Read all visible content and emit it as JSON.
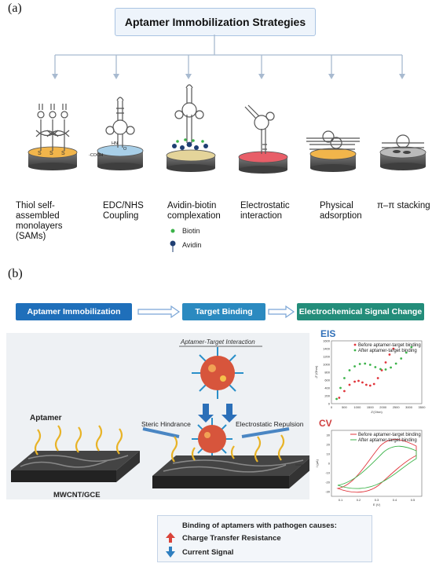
{
  "panel_a": {
    "label": "(a)",
    "title": "Aptamer Immobilization Strategies",
    "strategies": [
      {
        "label": "Thiol self-assembled\nmonolayers (SAMs)"
      },
      {
        "label": "EDC/NHS\nCoupling"
      },
      {
        "label": "Avidin-biotin\ncomplexation"
      },
      {
        "label": "Electrostatic\ninteraction"
      },
      {
        "label": "Physical\nadsorption"
      },
      {
        "label": "π–π stacking"
      }
    ],
    "thiol_atoms": [
      "S",
      "S",
      "S"
    ],
    "edc_labels": {
      "cooh": "-COOH",
      "hn": "HN",
      "o": "O"
    },
    "legend": {
      "biotin": "Biotin",
      "avidin": "Avidin"
    },
    "colors": {
      "biotin": "#3cb34a",
      "avidin": "#1f3f73",
      "electrode_top_gold": "#f1b54b",
      "electrode_body": "#6b6b6b"
    }
  },
  "panel_b": {
    "label": "(b)",
    "flow": [
      {
        "label": "Aptamer Immobilization",
        "color": "#1f6fba"
      },
      {
        "label": "Target Binding",
        "color": "#2b8ac0"
      },
      {
        "label": "Electrochemical Signal Change",
        "color": "#238d7a"
      }
    ],
    "interaction_title": "Aptamer-Target Interaction",
    "aptamer_label": "Aptamer",
    "steric_label": "Steric Hindrance",
    "electrostatic_label": "Electrostatic Repulsion",
    "electrode_label": "MWCNT/GCE",
    "result": {
      "heading": "Binding of aptamers with pathogen causes:",
      "item1": "Charge Transfer Resistance",
      "item2": "Current Signal",
      "up_color": "#d9433a",
      "down_color": "#2f7fc0"
    }
  },
  "chart_data": [
    {
      "type": "scatter",
      "title": "EIS",
      "xlabel": "Z'(Ohm)",
      "ylabel": "-Z''(Ohm)",
      "xlim": [
        0,
        3500
      ],
      "ylim": [
        0,
        1600
      ],
      "xticks": [
        "0",
        "500",
        "1000",
        "1500",
        "2000",
        "2500",
        "3000",
        "3500"
      ],
      "yticks": [
        "0",
        "200",
        "400",
        "600",
        "800",
        "1000",
        "1200",
        "1400",
        "1600"
      ],
      "legend_position": "top-right",
      "series": [
        {
          "name": "Before aptamer-target binding",
          "color": "#e0333a",
          "x": [
            300,
            500,
            700,
            900,
            1050,
            1200,
            1350,
            1500,
            1650,
            1800,
            1950,
            2100,
            2250,
            2400
          ],
          "y": [
            150,
            320,
            480,
            560,
            580,
            540,
            480,
            460,
            500,
            650,
            850,
            1050,
            1250,
            1400
          ]
        },
        {
          "name": "After aptamer-target binding",
          "color": "#3cb34a",
          "x": [
            200,
            350,
            500,
            700,
            900,
            1100,
            1300,
            1500,
            1700,
            1900,
            2100,
            2300,
            2500,
            2700,
            2900,
            3100
          ],
          "y": [
            120,
            400,
            650,
            850,
            950,
            1010,
            1020,
            990,
            930,
            880,
            870,
            920,
            1020,
            1150,
            1300,
            1440
          ]
        }
      ]
    },
    {
      "type": "line",
      "title": "CV",
      "xlabel": "E (V)",
      "ylabel": "I (μA)",
      "xticks": [
        "0.1",
        "0.2",
        "0.3",
        "0.4",
        "0.5"
      ],
      "yticks": [
        "-30",
        "-20",
        "-10",
        "0",
        "10",
        "20",
        "30"
      ],
      "legend_position": "top-right",
      "series": [
        {
          "name": "Before aptamer-target binding",
          "color": "#e0333a"
        },
        {
          "name": "After aptamer-target binding",
          "color": "#3cb34a"
        }
      ]
    }
  ]
}
